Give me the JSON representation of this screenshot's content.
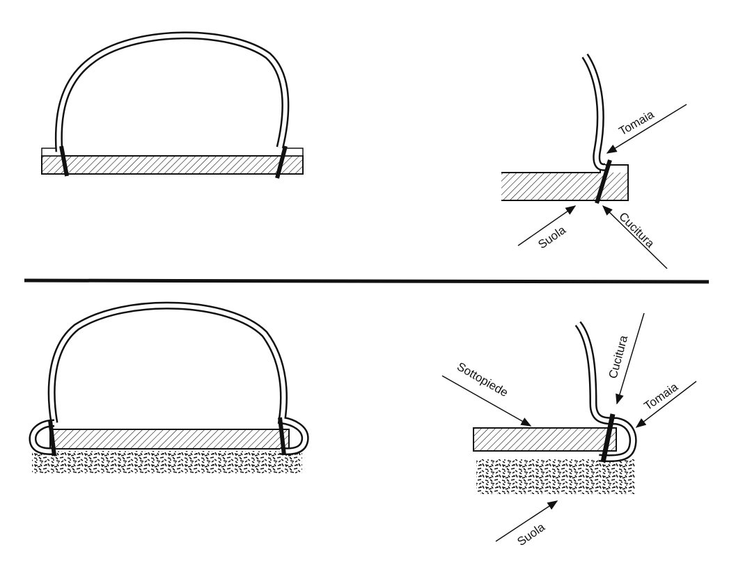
{
  "top_detail": {
    "upper_label": "Tomaia",
    "sole_label": "Suola",
    "stitch_label": "Cucitura"
  },
  "bottom_detail": {
    "insole_label": "Sottopiede",
    "stitch_label": "Cucitura",
    "upper_label": "Tomaia",
    "sole_label": "Suola"
  }
}
